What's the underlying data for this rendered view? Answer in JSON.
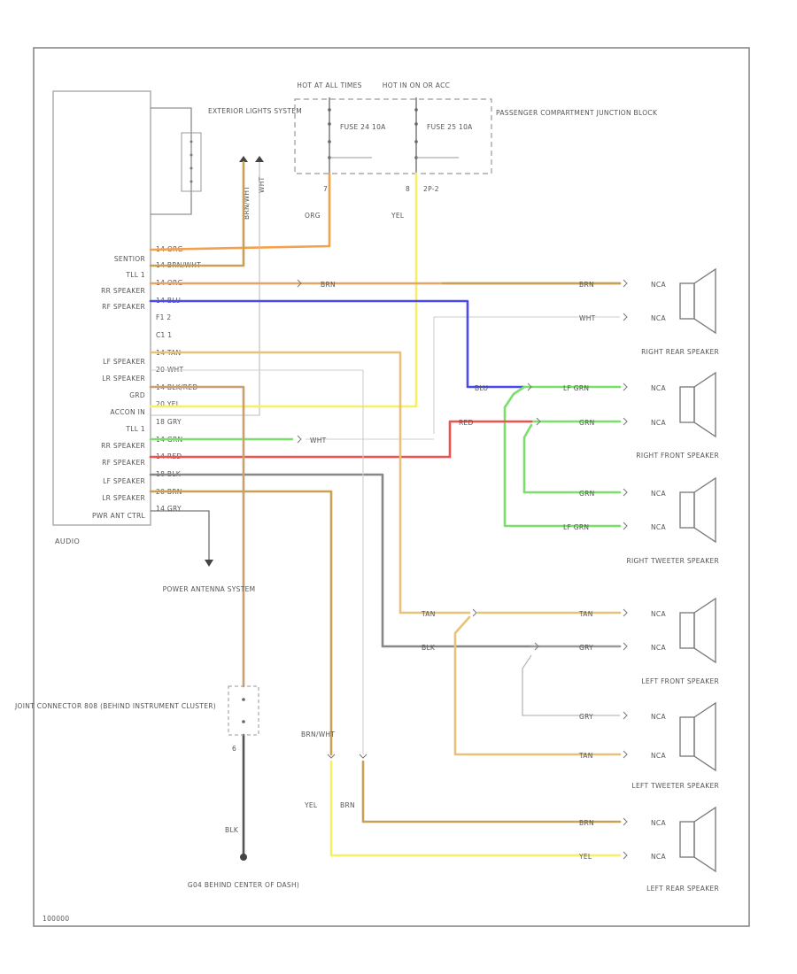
{
  "colors": {
    "orange": "#f5a04a",
    "brown": "#c8a056",
    "yellow": "#f6f066",
    "blue": "#4a4af0",
    "green": "#7ae06a",
    "red": "#f05050",
    "gray": "#8a8a8a",
    "white_wire": "#d6d6d6",
    "tan": "#e6c27a"
  },
  "audio_unit": {
    "label": "AUDIO",
    "pins": [
      "SENTIOR",
      "TLL 1",
      "RR SPEAKER",
      "RF SPEAKER",
      "F1 2",
      "C1 1",
      "LF SPEAKER",
      "LR SPEAKER",
      "GRD",
      "ACCON IN",
      "TLL 1",
      "RR SPEAKER",
      "RF SPEAKER",
      "LF SPEAKER",
      "LR SPEAKER",
      "PWR ANT CTRL"
    ],
    "pin_wire_labels": [
      "14 ORG",
      "14 BRN/WHT",
      "14 ORG",
      "14 BLU",
      "",
      "",
      "14 TAN",
      "20 WHT",
      "14 BLK/RED",
      "20 YEL",
      "18 GRY",
      "14 GRN",
      "14 RED",
      "18 BLK",
      "20 BRN",
      "14 GRY"
    ]
  },
  "fuse_block": {
    "hot_at_all_times": "HOT AT ALL TIMES",
    "hot_in_on": "HOT IN ON OR ACC",
    "fuse_left": "FUSE 24 10A",
    "fuse_right": "FUSE 25 10A",
    "label": "PASSENGER COMPARTMENT JUNCTION BLOCK",
    "pin_left": "7",
    "pin_right": "8",
    "pin_right_conn": "2P-2",
    "wire_left": "ORG",
    "wire_right": "YEL"
  },
  "exterior_lights": "EXTERIOR LIGHTS SYSTEM",
  "ext_wire_1": "BRN/WHT",
  "ext_wire_2": "WHT",
  "speakers": {
    "right_rear": "RIGHT REAR SPEAKER",
    "right_front": "RIGHT FRONT SPEAKER",
    "right_tweeter": "RIGHT TWEETER SPEAKER",
    "left_front": "LEFT FRONT SPEAKER",
    "left_tweeter": "LEFT TWEETER SPEAKER",
    "left_rear": "LEFT REAR SPEAKER"
  },
  "wire_labels": {
    "brn": "BRN",
    "wht": "WHT",
    "blu": "BLU",
    "red": "RED",
    "grn": "GRN",
    "lf_grn": "LF GRN",
    "tan": "TAN",
    "gry": "GRY",
    "yel": "YEL",
    "blk": "BLK",
    "brn_wht": "BRN/WHT",
    "nca": "NCA"
  },
  "power_antenna": "POWER ANTENNA SYSTEM",
  "joint_connector": "JOINT CONNECTOR 808 (BEHIND INSTRUMENT CLUSTER)",
  "joint_pin": "6",
  "ground": "G04 BEHIND CENTER OF DASH)",
  "ground_wire": "BLK",
  "footer_id": "100000"
}
